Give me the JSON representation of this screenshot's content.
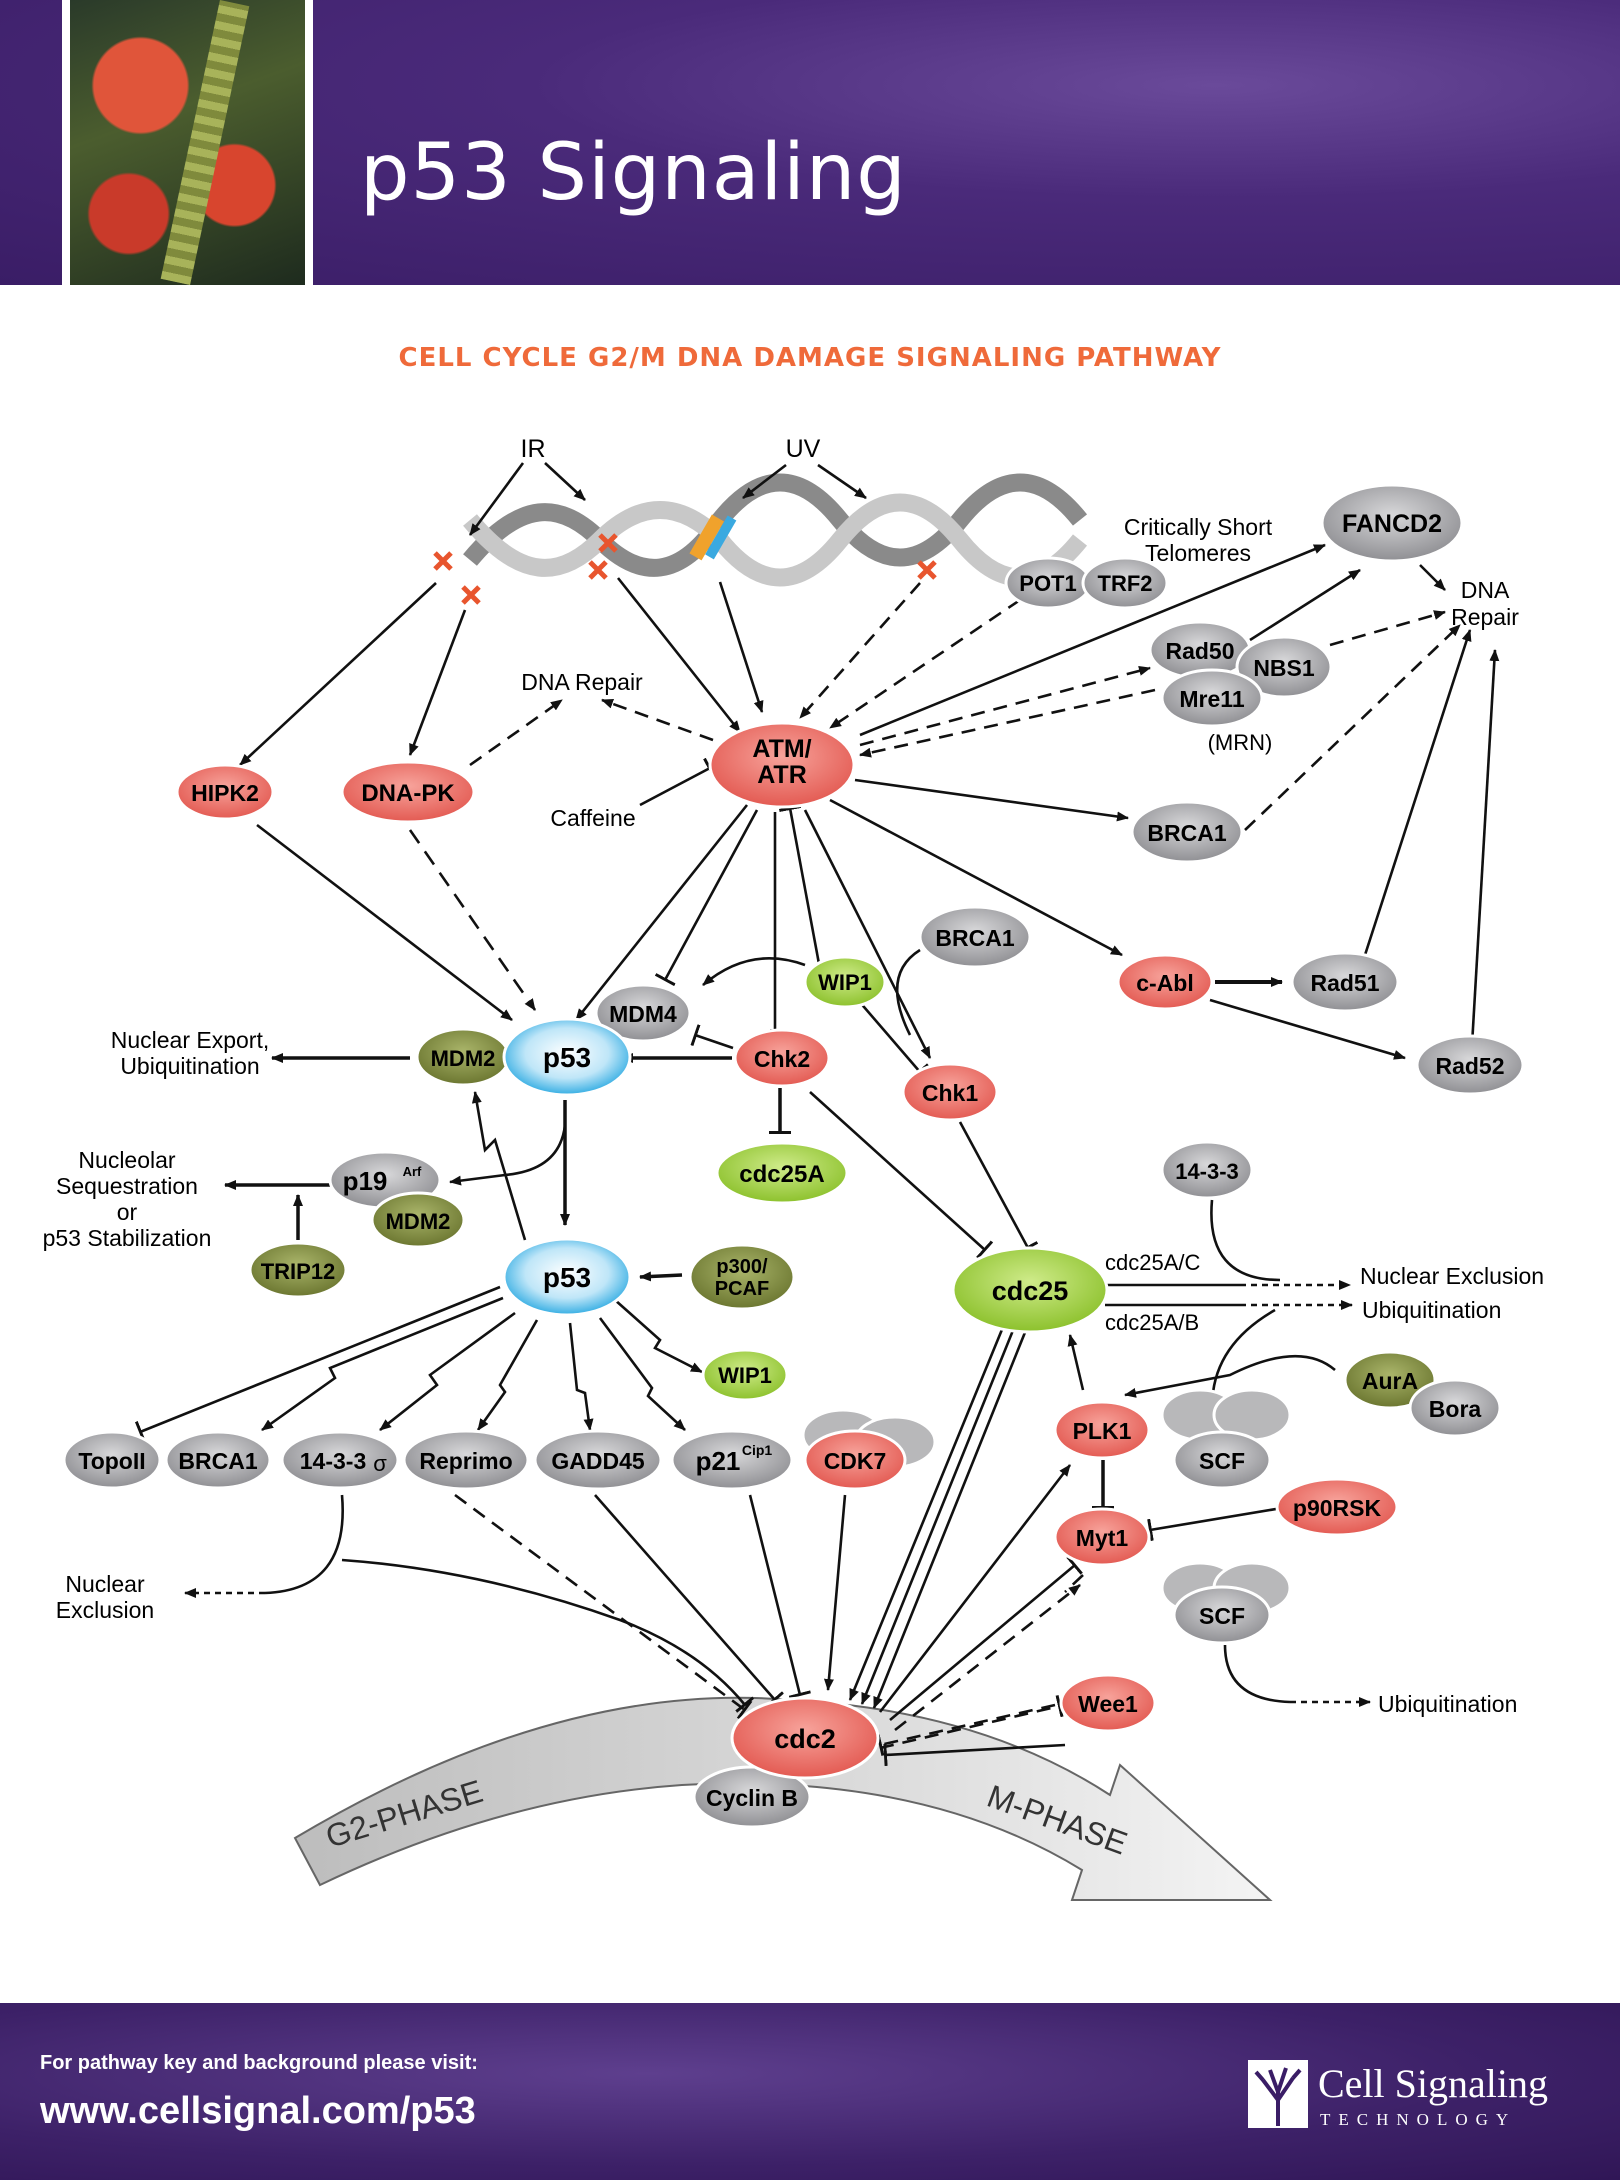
{
  "header": {
    "title": "p53 Signaling"
  },
  "subtitle": "CELL CYCLE G2/M DNA DAMAGE SIGNALING PATHWAY",
  "footer": {
    "prompt": "For pathway key and background please visit:",
    "url": "www.cellsignal.com/p53",
    "logo_name": "Cell Signaling",
    "logo_sub": "TECHNOLOGY"
  },
  "colors": {
    "red_node": "#e8665e",
    "gray_node": "#a9a9ab",
    "green_node": "#9ccc3c",
    "olive_node": "#7f8a3c",
    "blue_node": "#1ea7e1",
    "title_orange": "#ef6a3a",
    "header_purple": "#3a1d66"
  },
  "stimuli": {
    "ir": "IR",
    "uv": "UV"
  },
  "texts": {
    "telomeres": [
      "Critically Short",
      "Telomeres"
    ],
    "dna_repair_right": [
      "DNA",
      "Repair"
    ],
    "dna_repair_left": "DNA Repair",
    "mrn": "(MRN)",
    "caffeine": "Caffeine",
    "nuclear_export": [
      "Nuclear Export,",
      "Ubiquitination"
    ],
    "nucleolar": [
      "Nucleolar",
      "Sequestration",
      "or",
      "p53 Stabilization"
    ],
    "nuclear_exclusion_right": "Nuclear Exclusion",
    "ubiquitination_right": "Ubiquitination",
    "cdc25ac": "cdc25A/C",
    "cdc25ab": "cdc25A/B",
    "nuclear_exclusion_left": [
      "Nuclear",
      "Exclusion"
    ],
    "ubiquitination_scf": "Ubiquitination",
    "g2_phase": "G2-PHASE",
    "m_phase": "M-PHASE"
  },
  "nodes": {
    "atm_atr": [
      "ATM/",
      "ATR"
    ],
    "fancd2": "FANCD2",
    "pot1": "POT1",
    "trf2": "TRF2",
    "rad50": "Rad50",
    "nbs1": "NBS1",
    "mre11": "Mre11",
    "hipk2": "HIPK2",
    "dna_pk": "DNA-PK",
    "brca1_top": "BRCA1",
    "brca1_mid": "BRCA1",
    "c_abl": "c-Abl",
    "rad51": "Rad51",
    "rad52": "Rad52",
    "wip1_top": "WIP1",
    "mdm4": "MDM4",
    "chk2": "Chk2",
    "chk1": "Chk1",
    "mdm2_top": "MDM2",
    "p53_top": "p53",
    "cdc25a": "cdc25A",
    "p19": "p19",
    "p19_sup": "Arf",
    "mdm2_p19": "MDM2",
    "trip12": "TRIP12",
    "p53_bottom": "p53",
    "p300": [
      "p300/",
      "PCAF"
    ],
    "wip1_bottom": "WIP1",
    "cdc25": "cdc25",
    "n1433_right": "14-3-3",
    "aura": "AurA",
    "bora": "Bora",
    "scf_top": "SCF",
    "plk1": "PLK1",
    "topoii": "TopoII",
    "brca1_bottom": "BRCA1",
    "n1433_sigma": "14-3-3",
    "sigma": "σ",
    "reprimo": "Reprimo",
    "gadd45": "GADD45",
    "p21": "p21",
    "p21_sup": "Cip1",
    "cdk7": "CDK7",
    "myt1": "Myt1",
    "p90rsk": "p90RSK",
    "scf_bottom": "SCF",
    "wee1": "Wee1",
    "cdc2": "cdc2",
    "cyclin_b": "Cyclin B"
  }
}
